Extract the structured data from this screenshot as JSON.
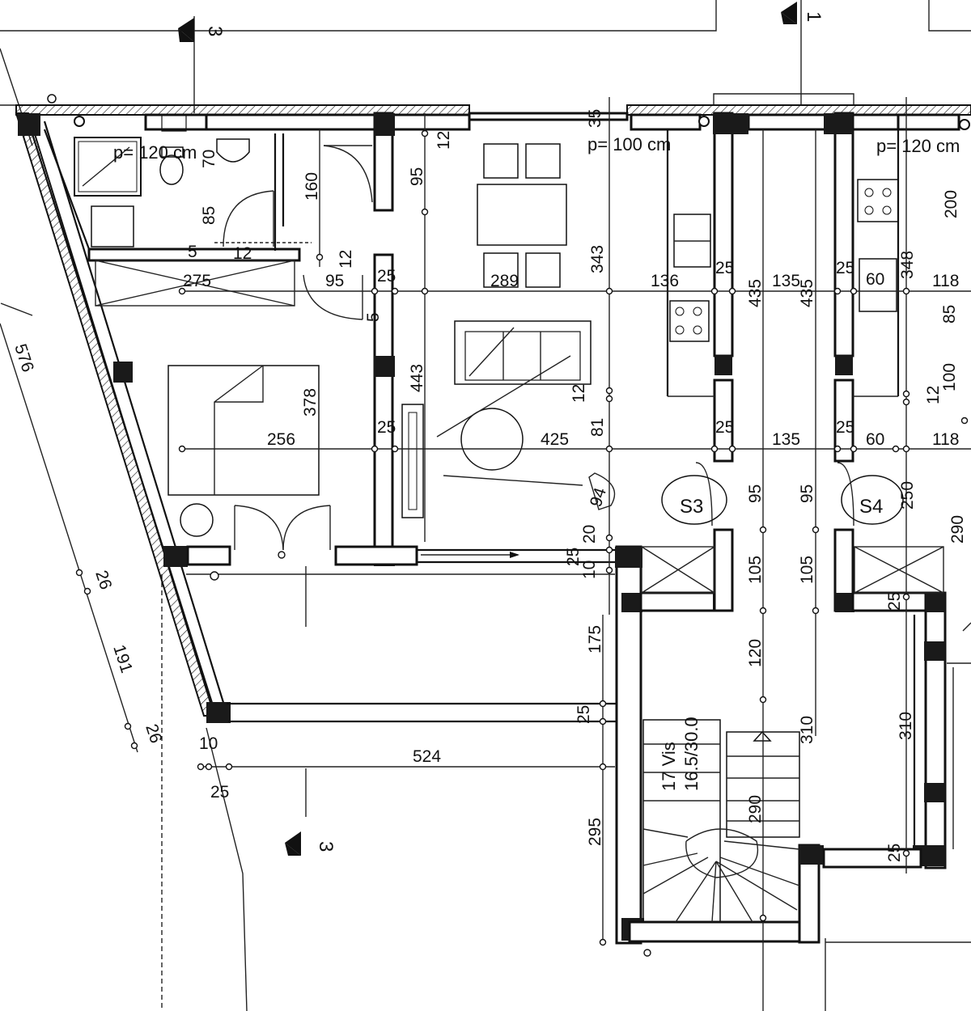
{
  "plan": {
    "labels": {
      "section_top_left": "3",
      "section_top_right": "1",
      "section_bottom": "3",
      "parapet_1": "p= 120 cm",
      "parapet_2": "p= 100 cm",
      "parapet_3": "p= 120 cm",
      "shaft_s3": "S3",
      "shaft_s4": "S4",
      "stair_count": "17 Vis",
      "stair_size": "16.5/30.0"
    },
    "dimensions": {
      "d35": "35",
      "d12a": "12",
      "d70": "70",
      "d95a": "95",
      "d160": "160",
      "d85a": "85",
      "d5a": "5",
      "d12b": "12",
      "d12c": "12",
      "d275": "275",
      "d95b": "95",
      "d25a": "25",
      "d5b": "5",
      "d289": "289",
      "d343": "343",
      "d136": "136",
      "d25b": "25",
      "d435a": "435",
      "d135a": "135",
      "d435b": "435",
      "d25c": "25",
      "d60a": "60",
      "d348": "348",
      "d118a": "118",
      "d200": "200",
      "d85b": "85",
      "d378": "378",
      "d443": "443",
      "d256": "256",
      "d25d": "25",
      "d425": "425",
      "d81": "81",
      "d12d": "12",
      "d25e": "25",
      "d135b": "135",
      "d25f": "25",
      "d60b": "60",
      "d118b": "118",
      "d100": "100",
      "d12e": "12",
      "d576": "576",
      "d94": "94",
      "d95c": "95",
      "d95d": "95",
      "d250": "250",
      "d290a": "290",
      "d20": "20",
      "d25g": "25",
      "d10a": "10",
      "d105a": "105",
      "d105b": "105",
      "d25h": "25",
      "d26a": "26",
      "d175": "175",
      "d120": "120",
      "d191": "191",
      "d25i": "25",
      "d26b": "26",
      "d310a": "310",
      "d310b": "310",
      "d10b": "10",
      "d524": "524",
      "d25j": "25",
      "d290b": "290",
      "d295": "295",
      "d25k": "25"
    }
  }
}
